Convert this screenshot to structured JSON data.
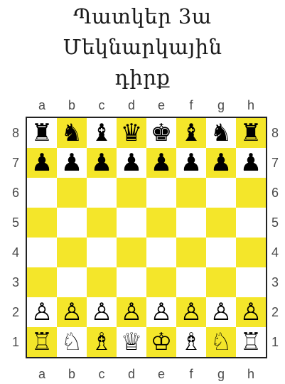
{
  "figure": {
    "title_lines": [
      "Պատկեր 3ա",
      "Մեկնարկային",
      "դիրք"
    ]
  },
  "board": {
    "files": [
      "a",
      "b",
      "c",
      "d",
      "e",
      "f",
      "g",
      "h"
    ],
    "ranks": [
      "8",
      "7",
      "6",
      "5",
      "4",
      "3",
      "2",
      "1"
    ],
    "colors": {
      "light_square": "#ffffff",
      "dark_square": "#f4e62a",
      "border": "#222222"
    },
    "pieces": [
      {
        "square": "a8",
        "piece": "black-rook",
        "glyph": "♜"
      },
      {
        "square": "b8",
        "piece": "black-knight",
        "glyph": "♞"
      },
      {
        "square": "c8",
        "piece": "black-bishop",
        "glyph": "♝"
      },
      {
        "square": "d8",
        "piece": "black-queen",
        "glyph": "♛"
      },
      {
        "square": "e8",
        "piece": "black-king",
        "glyph": "♚"
      },
      {
        "square": "f8",
        "piece": "black-bishop",
        "glyph": "♝"
      },
      {
        "square": "g8",
        "piece": "black-knight",
        "glyph": "♞"
      },
      {
        "square": "h8",
        "piece": "black-rook",
        "glyph": "♜"
      },
      {
        "square": "a7",
        "piece": "black-pawn",
        "glyph": "♟"
      },
      {
        "square": "b7",
        "piece": "black-pawn",
        "glyph": "♟"
      },
      {
        "square": "c7",
        "piece": "black-pawn",
        "glyph": "♟"
      },
      {
        "square": "d7",
        "piece": "black-pawn",
        "glyph": "♟"
      },
      {
        "square": "e7",
        "piece": "black-pawn",
        "glyph": "♟"
      },
      {
        "square": "f7",
        "piece": "black-pawn",
        "glyph": "♟"
      },
      {
        "square": "g7",
        "piece": "black-pawn",
        "glyph": "♟"
      },
      {
        "square": "h7",
        "piece": "black-pawn",
        "glyph": "♟"
      },
      {
        "square": "a2",
        "piece": "white-pawn",
        "glyph": "♙"
      },
      {
        "square": "b2",
        "piece": "white-pawn",
        "glyph": "♙"
      },
      {
        "square": "c2",
        "piece": "white-pawn",
        "glyph": "♙"
      },
      {
        "square": "d2",
        "piece": "white-pawn",
        "glyph": "♙"
      },
      {
        "square": "e2",
        "piece": "white-pawn",
        "glyph": "♙"
      },
      {
        "square": "f2",
        "piece": "white-pawn",
        "glyph": "♙"
      },
      {
        "square": "g2",
        "piece": "white-pawn",
        "glyph": "♙"
      },
      {
        "square": "h2",
        "piece": "white-pawn",
        "glyph": "♙"
      },
      {
        "square": "a1",
        "piece": "white-rook",
        "glyph": "♖"
      },
      {
        "square": "b1",
        "piece": "white-knight",
        "glyph": "♘"
      },
      {
        "square": "c1",
        "piece": "white-bishop",
        "glyph": "♗"
      },
      {
        "square": "d1",
        "piece": "white-queen",
        "glyph": "♕"
      },
      {
        "square": "e1",
        "piece": "white-king",
        "glyph": "♔"
      },
      {
        "square": "f1",
        "piece": "white-bishop",
        "glyph": "♗"
      },
      {
        "square": "g1",
        "piece": "white-knight",
        "glyph": "♘"
      },
      {
        "square": "h1",
        "piece": "white-rook",
        "glyph": "♖"
      }
    ]
  }
}
